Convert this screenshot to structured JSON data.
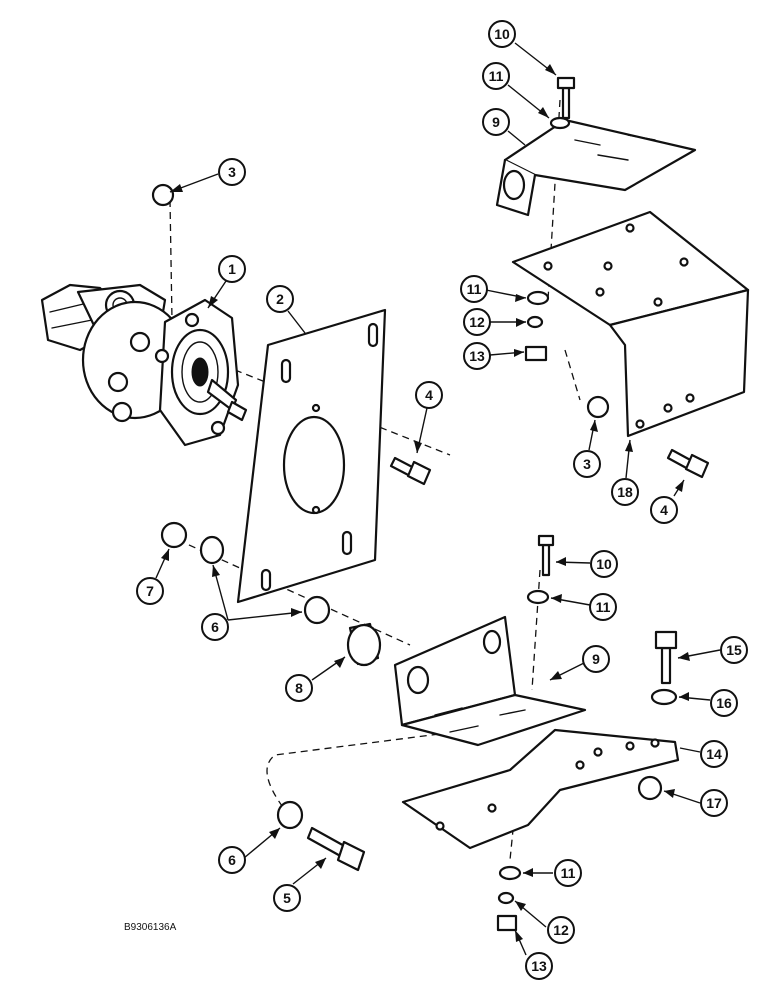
{
  "drawing_code": "B9306136A",
  "callouts": [
    "10",
    "11",
    "9",
    "3",
    "1",
    "2",
    "11",
    "12",
    "13",
    "4",
    "3",
    "18",
    "4",
    "7",
    "6",
    "10",
    "11",
    "9",
    "8",
    "15",
    "16",
    "14",
    "17",
    "6",
    "5",
    "11",
    "12",
    "13"
  ]
}
